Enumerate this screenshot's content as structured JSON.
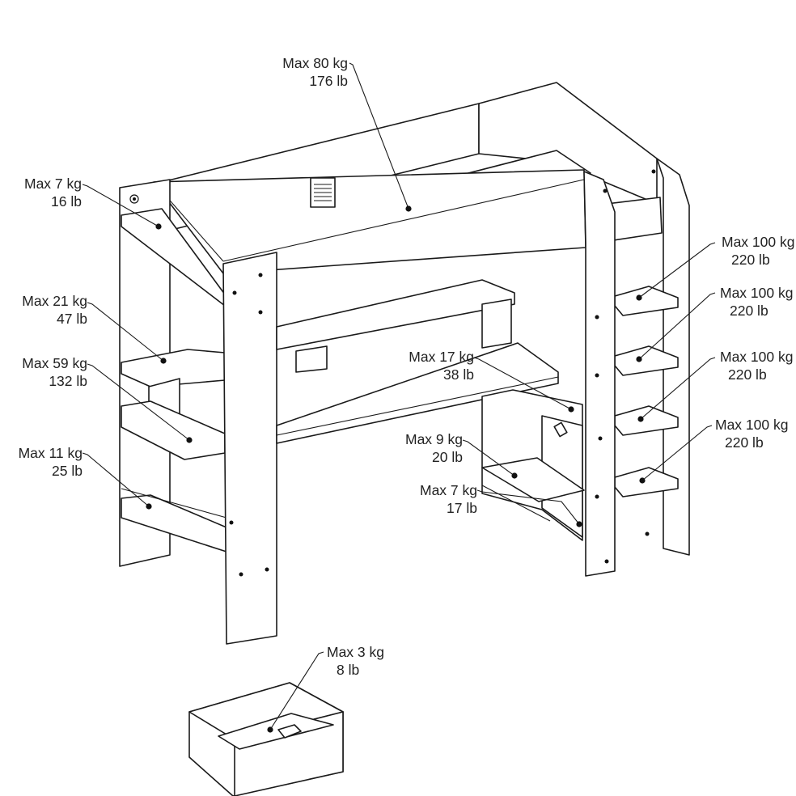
{
  "labels": {
    "top": {
      "kg": "Max 80 kg",
      "lb": "176 lb"
    },
    "top_shelf": {
      "kg": "Max 7 kg",
      "lb": "16 lb"
    },
    "mid_shelf": {
      "kg": "Max 21 kg",
      "lb": "47 lb"
    },
    "low_shelf": {
      "kg": "Max 59 kg",
      "lb": "132 lb"
    },
    "bottom": {
      "kg": "Max 11 kg",
      "lb": "25 lb"
    },
    "desk": {
      "kg": "Max 17 kg",
      "lb": "38 lb"
    },
    "cabinet": {
      "kg": "Max 9 kg",
      "lb": "20 lb"
    },
    "cabinet_low": {
      "kg": "Max 7 kg",
      "lb": "17 lb"
    },
    "step1": {
      "kg": "Max 100 kg",
      "lb": "220 lb"
    },
    "step2": {
      "kg": "Max 100 kg",
      "lb": "220 lb"
    },
    "step3": {
      "kg": "Max 100 kg",
      "lb": "220 lb"
    },
    "step4": {
      "kg": "Max 100 kg",
      "lb": "220 lb"
    },
    "drawer": {
      "kg": "Max 3 kg",
      "lb": "8 lb"
    }
  }
}
